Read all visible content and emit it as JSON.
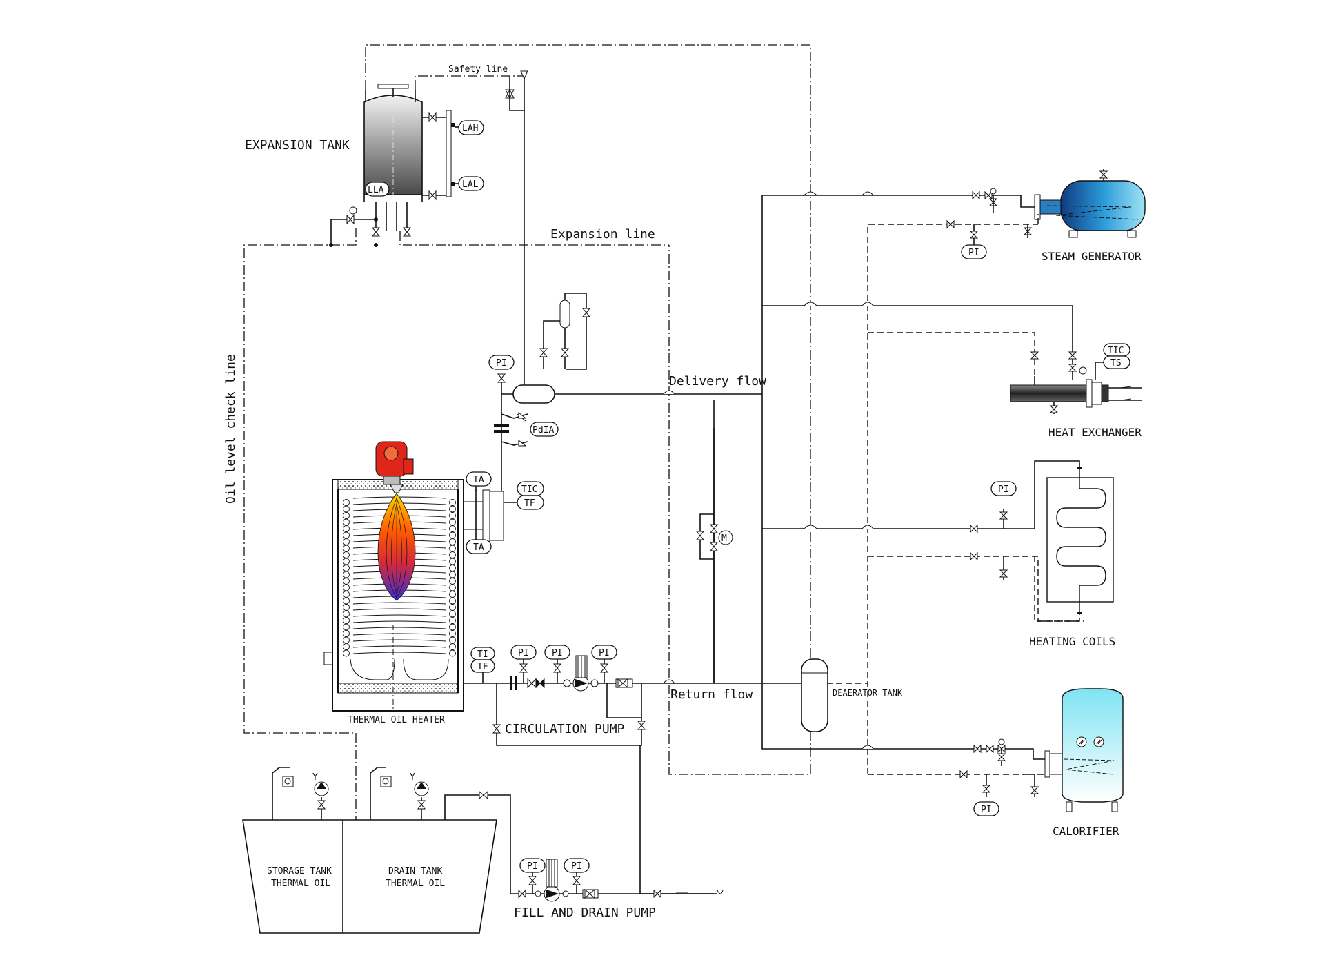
{
  "colors": {
    "line": "#111111",
    "flame_top": "#ffd500",
    "flame_mid": "#ff4a00",
    "flame_bottom": "#3a2cd4",
    "burner": "#e0251b",
    "vessel_blue": "#2a8fd0",
    "vessel_cyan": "#8fe6f2",
    "tank_gray": "#5c5c5c"
  },
  "equipment": {
    "expansion_tank": "EXPANSION TANK",
    "thermal_oil_heater": "THERMAL OIL HEATER",
    "circulation_pump": "CIRCULATION PUMP",
    "fill_and_drain_pump": "FILL AND DRAIN PUMP",
    "storage_tank": [
      "STORAGE TANK",
      "THERMAL OIL"
    ],
    "drain_tank": [
      "DRAIN TANK",
      "THERMAL OIL"
    ],
    "deaerator_tank": "DEAERATOR TANK",
    "steam_generator": "STEAM GENERATOR",
    "heat_exchanger": "HEAT EXCHANGER",
    "heating_coils": "HEATING COILS",
    "calorifier": "CALORIFIER"
  },
  "lines": {
    "safety": "Safety line",
    "expansion": "Expansion line",
    "oil_level_check": "Oil level check line",
    "delivery_flow": "Delivery flow",
    "return_flow": "Return flow"
  },
  "instruments": {
    "lah": "LAH",
    "lal": "LAL",
    "lla": "LLA",
    "pi": "PI",
    "pdia": "PdIA",
    "ta": "TA",
    "tic": "TIC",
    "tf": "TF",
    "ti": "TI",
    "ts": "TS",
    "m": "M"
  }
}
